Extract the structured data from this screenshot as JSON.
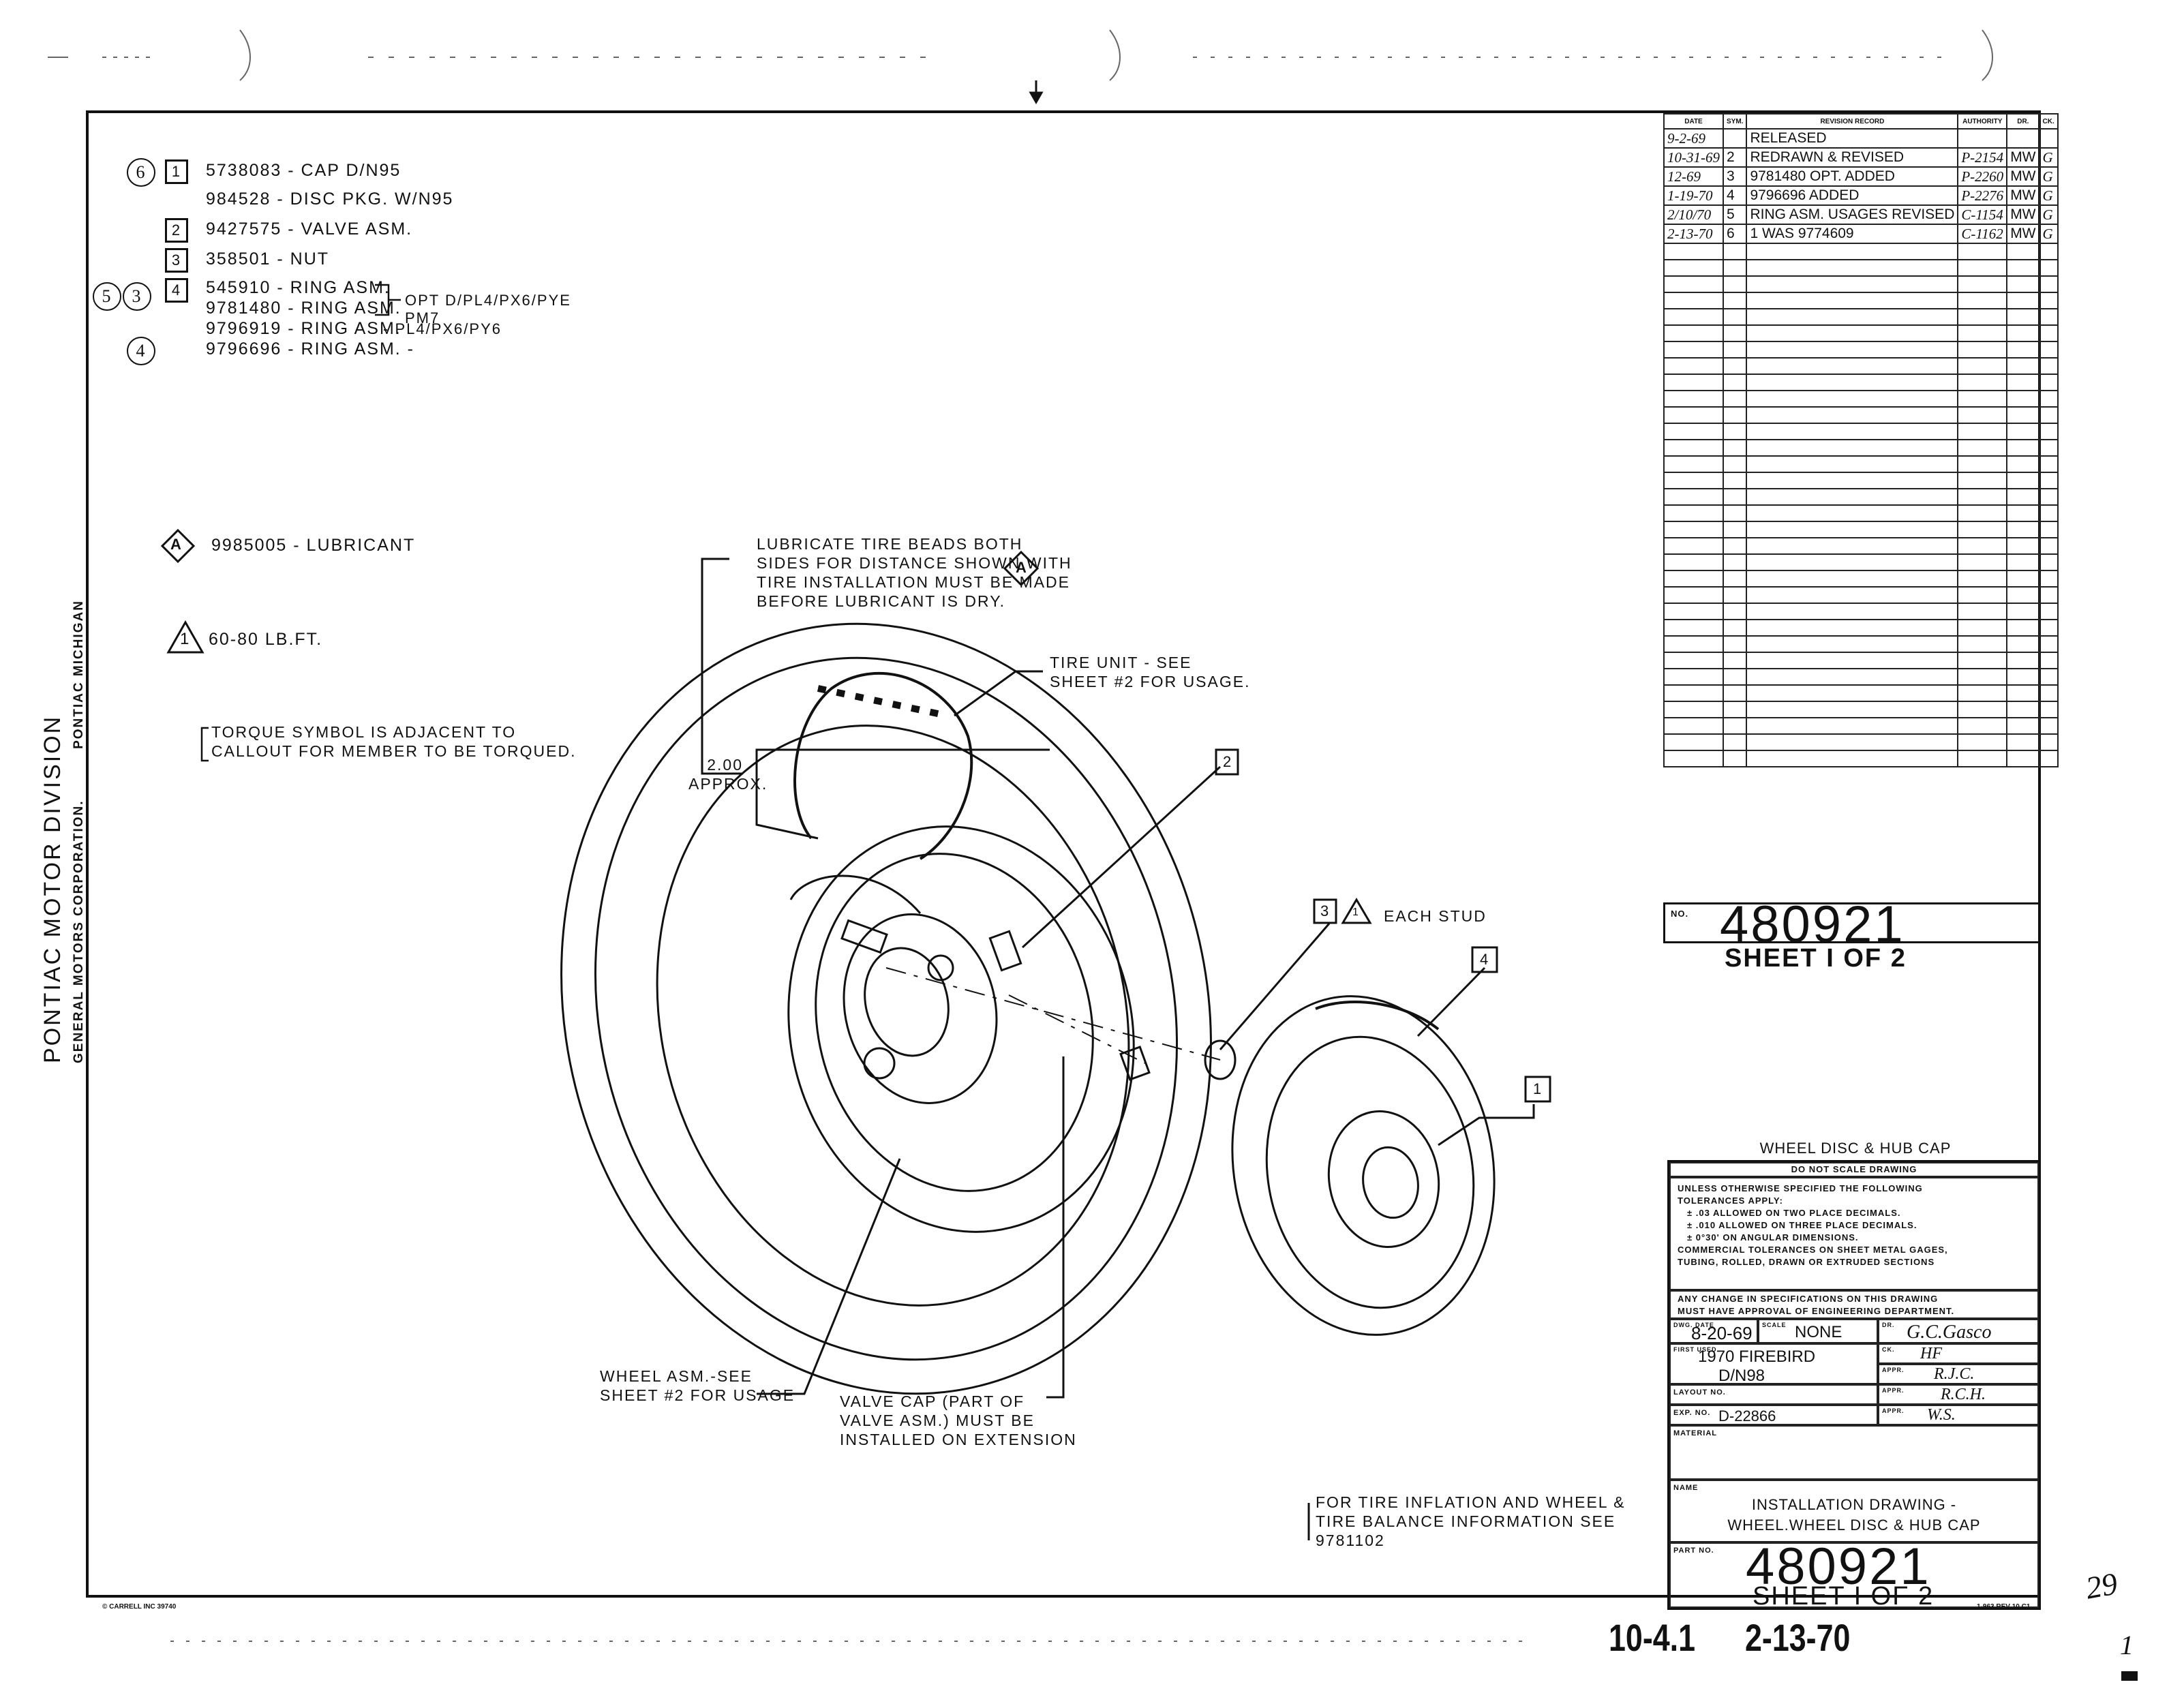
{
  "side_margin": {
    "division": "PONTIAC MOTOR DIVISION",
    "corporation": "GENERAL MOTORS CORPORATION.",
    "location": "PONTIAC MICHIGAN"
  },
  "parts_list": [
    {
      "circle": "6",
      "box": "1",
      "part": "5738083",
      "desc": "- CAP D/N95"
    },
    {
      "circle": "",
      "box": "",
      "part": "984528",
      "desc": "- DISC PKG. W/N95"
    },
    {
      "circle": "",
      "box": "2",
      "part": "9427575",
      "desc": "- VALVE ASM."
    },
    {
      "circle": "",
      "box": "3",
      "part": "358501",
      "desc": "- NUT"
    },
    {
      "circle": "",
      "box": "4",
      "part": "545910",
      "desc": "- RING ASM."
    },
    {
      "circle": "",
      "box": "",
      "part": "9781480",
      "desc": "- RING ASM."
    },
    {
      "circle": "",
      "box": "",
      "part": "9796919",
      "desc": "- RING ASM."
    },
    {
      "circle": "4",
      "box": "",
      "part": "9796696",
      "desc": "- RING ASM. -"
    }
  ],
  "parts_extra_circles": [
    "5",
    "3"
  ],
  "option_notes": {
    "opt": "OPT D/PL4/PX6/PYE PM7",
    "pl4": "PL4/PX6/PY6"
  },
  "legend": {
    "lubricant_symbol": "A",
    "lubricant": "9985005 - LUBRICANT",
    "torque_symbol": "1",
    "torque": "60-80 LB.FT.",
    "torque_note_1": "TORQUE SYMBOL IS ADJACENT TO",
    "torque_note_2": "CALLOUT FOR MEMBER TO BE TORQUED."
  },
  "callouts": {
    "lubricate": [
      "LUBRICATE TIRE BEADS BOTH",
      "SIDES FOR DISTANCE SHOWN WITH",
      "TIRE INSTALLATION MUST BE MADE",
      "BEFORE LUBRICANT IS DRY."
    ],
    "lubricate_symbol": "A",
    "tire_unit": [
      "TIRE UNIT - SEE",
      "SHEET #2 FOR USAGE."
    ],
    "approx": [
      "2.00",
      "APPROX."
    ],
    "each_stud": "EACH STUD",
    "wheel_asm": [
      "WHEEL ASM.-SEE",
      "SHEET #2 FOR USAGE"
    ],
    "valve_cap": [
      "VALVE CAP (PART OF",
      "VALVE ASM.) MUST BE",
      "INSTALLED ON EXTENSION"
    ],
    "tire_inflation": [
      "FOR TIRE INFLATION AND WHEEL &",
      "TIRE BALANCE INFORMATION SEE",
      "9781102"
    ],
    "box_2": "2",
    "box_3": "3",
    "box_4": "4",
    "box_1": "1",
    "tri_1": "1"
  },
  "revision_table": {
    "headers": [
      "DATE",
      "SYM.",
      "REVISION RECORD",
      "AUTHORITY",
      "DR.",
      "CK."
    ],
    "rows": [
      [
        "9-2-69",
        "",
        "RELEASED",
        "",
        "",
        ""
      ],
      [
        "10-31-69",
        "2",
        "REDRAWN & REVISED",
        "P-2154",
        "MW",
        "G"
      ],
      [
        "12-69",
        "3",
        "9781480 OPT. ADDED",
        "P-2260",
        "MW",
        "G"
      ],
      [
        "1-19-70",
        "4",
        "9796696 ADDED",
        "P-2276",
        "MW",
        "G"
      ],
      [
        "2/10/70",
        "5",
        "RING ASM. USAGES REVISED",
        "C-1154",
        "MW",
        "G"
      ],
      [
        "2-13-70",
        "6",
        "1 WAS 9774609",
        "C-1162",
        "MW",
        "G"
      ]
    ],
    "blank_rows": 32,
    "no_label": "NO.",
    "number": "480921",
    "sheet": "SHEET I OF 2"
  },
  "title_block": {
    "heading": "WHEEL DISC & HUB CAP",
    "do_not_scale": "DO NOT SCALE DRAWING",
    "tolerances": [
      "UNLESS OTHERWISE SPECIFIED THE FOLLOWING",
      "TOLERANCES APPLY:",
      "± .03 ALLOWED ON TWO PLACE DECIMALS.",
      "± .010 ALLOWED ON THREE PLACE DECIMALS.",
      "± 0°30' ON ANGULAR DIMENSIONS.",
      "COMMERCIAL TOLERANCES ON SHEET METAL GAGES,",
      "TUBING, ROLLED, DRAWN OR EXTRUDED SECTIONS",
      "ANY CHANGE IN SPECIFICATIONS ON THIS DRAWING",
      "MUST HAVE APPROVAL OF ENGINEERING DEPARTMENT."
    ],
    "dwg_date_label": "DWG. DATE",
    "dwg_date": "8-20-69",
    "scale_label": "SCALE",
    "scale": "NONE",
    "dr_label": "DR.",
    "dr": "G.C.Gasco",
    "first_used_label": "FIRST USED",
    "first_used_1": "1970 FIREBIRD",
    "first_used_2": "D/N98",
    "ck_label": "CK.",
    "ck": "HF",
    "appr_label": "APPR.",
    "appr_1": "R.J.C.",
    "layout_label": "LAYOUT NO.",
    "appr_2": "R.C.H.",
    "exp_label": "EXP. NO.",
    "exp": "D-22866",
    "appr_3": "W.S.",
    "material_label": "MATERIAL",
    "name_label": "NAME",
    "name_1": "INSTALLATION DRAWING -",
    "name_2": "WHEEL.WHEEL DISC & HUB CAP",
    "part_no_label": "PART NO.",
    "part_no": "480921",
    "sheet": "SHEET I OF 2"
  },
  "footer": {
    "left_print": "© CARRELL INC 39740",
    "right_print": "1-963 REV 10 C1",
    "file_code": "10-4.1",
    "date": "2-13-70",
    "corner_1": "29",
    "corner_2": "1"
  }
}
